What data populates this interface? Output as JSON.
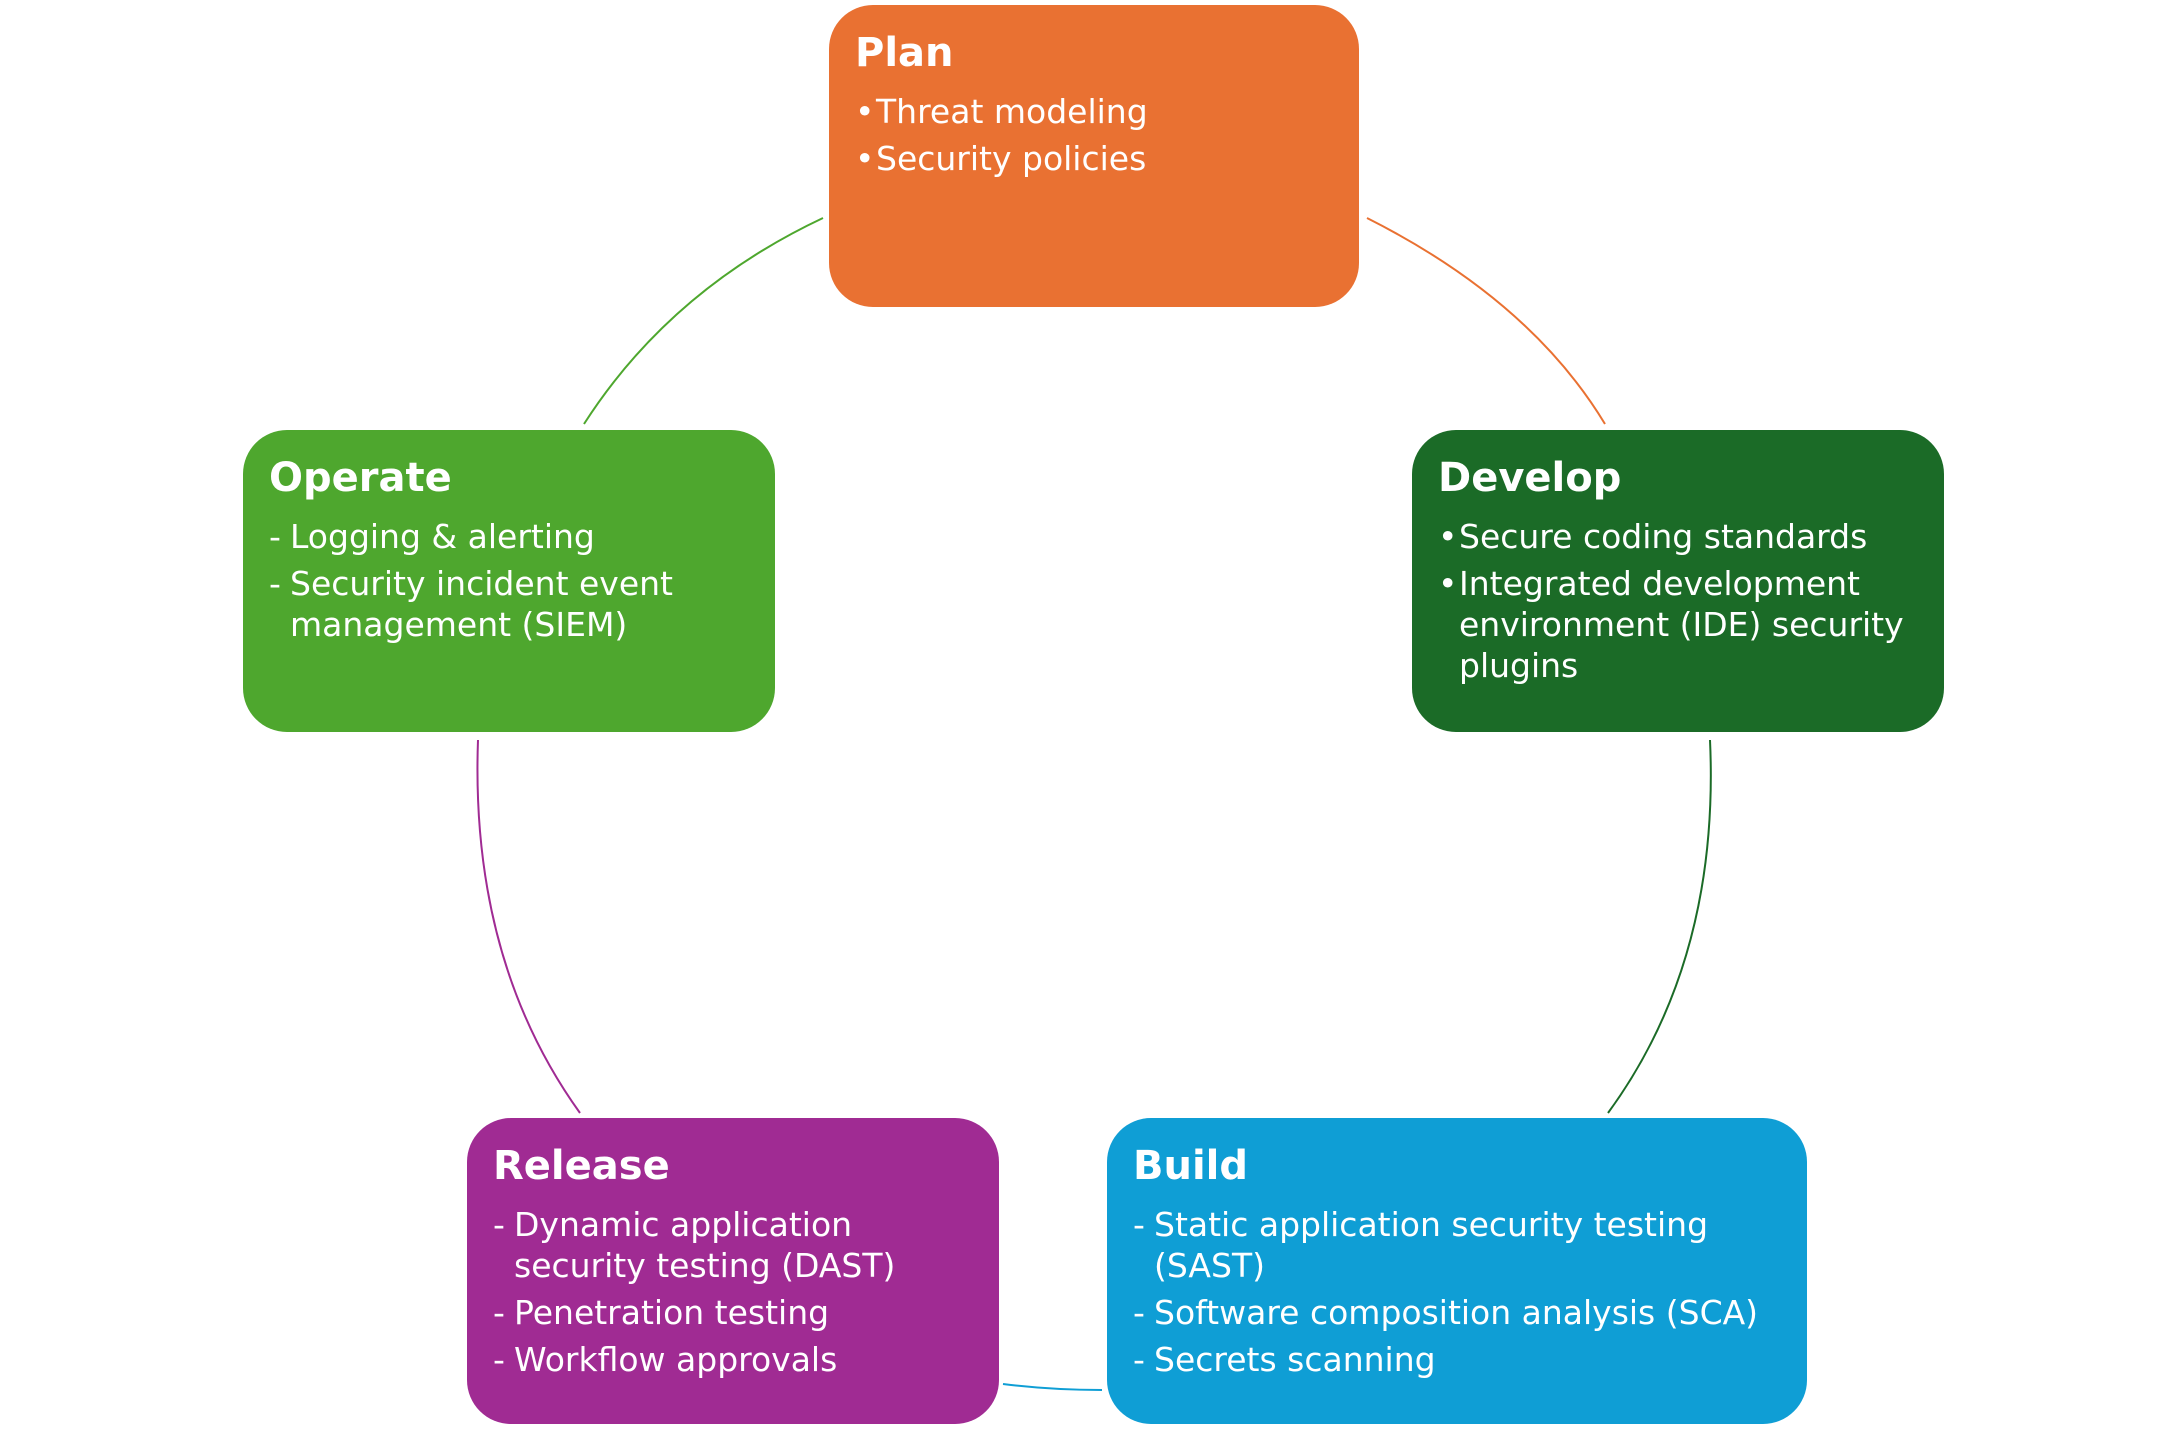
{
  "stages": {
    "plan": {
      "title": "Plan",
      "color": "#E97132",
      "marker": "•",
      "items": [
        "Threat modeling",
        "Security policies"
      ]
    },
    "develop": {
      "title": "Develop",
      "color": "#1B6B27",
      "marker": "•",
      "items": [
        "Secure coding standards",
        "Integrated development environment (IDE) security plugins"
      ]
    },
    "build": {
      "title": "Build",
      "color": "#0F9ED5",
      "marker": "-",
      "items": [
        "Static application security testing (SAST)",
        "Software composition analysis (SCA)",
        "Secrets scanning"
      ]
    },
    "release": {
      "title": "Release",
      "color": "#A02B93",
      "marker": "-",
      "items": [
        "Dynamic application security testing (DAST)",
        "Penetration testing",
        "Workflow approvals"
      ]
    },
    "operate": {
      "title": "Operate",
      "color": "#4EA72E",
      "marker": "-",
      "items": [
        "Logging & alerting",
        "Security incident event management (SIEM)"
      ]
    }
  }
}
